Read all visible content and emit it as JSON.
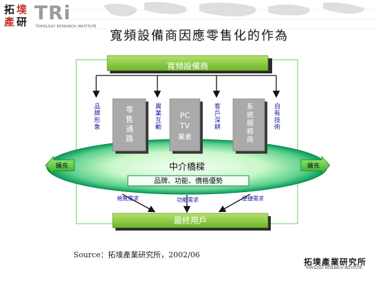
{
  "header": {
    "logo_chars": [
      "拓",
      "墣",
      "產",
      "研"
    ],
    "tri": "TRi",
    "tri_subtitle": "TOPOLOGY RESEARCH INSTITUTE"
  },
  "title": "寬頻設備商因應零售化的作為",
  "diagram": {
    "top_box": "寬頻設備商",
    "bottom_box": "最終用戶",
    "left_arrow_labels": [
      "品牌形象"
    ],
    "mid_labels": [
      "異業互動",
      "客戶深耕",
      "自有技術"
    ],
    "gray_boxes": [
      {
        "label": "零售通路"
      },
      {
        "label": "PC TV業者"
      },
      {
        "label": "系統服務商"
      }
    ],
    "ellipse_title": "中介橋樑",
    "ellipse_subtitle": "品牌、功能、價格優勢",
    "side_left": "擴充",
    "side_right": "擴充",
    "bottom_labels": [
      "頻寬需求",
      "功能需求",
      "便捷需求"
    ]
  },
  "source": "Source：拓墣產業研究所，2002/06",
  "footer": {
    "logo_text": "拓墣產業研究所",
    "subtitle": "TOPOLOGY RESEARCH INSTITUTE"
  },
  "colors": {
    "green_box": "#8ec63f",
    "ellipse_green": "#00a86b",
    "ellipse_light": "#e8ffe8",
    "frame": "#90e090",
    "gray_box": "#a8a8a8"
  }
}
